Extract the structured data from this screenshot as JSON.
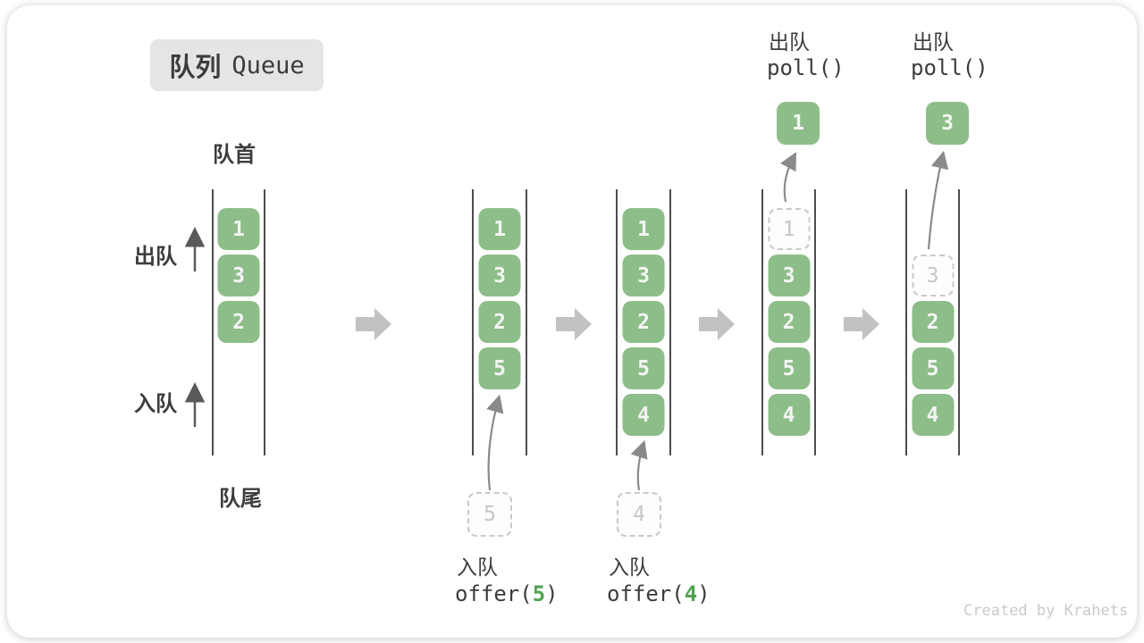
{
  "title": {
    "zh": "队列",
    "en": "Queue"
  },
  "side_labels": {
    "front": "队首",
    "rear": "队尾",
    "dequeue": "出队",
    "enqueue": "入队"
  },
  "colors": {
    "box_green": "#8DBE89",
    "arg_green": "#52A352",
    "block_arrow_gray": "#C2C2C2",
    "wall_dark": "#4D4D4D"
  },
  "states": [
    {
      "boxes": [
        "1",
        "3",
        "2"
      ]
    },
    {
      "boxes": [
        "1",
        "3",
        "2",
        "5"
      ],
      "pending": "5",
      "op": {
        "label": "入队",
        "prefix": "offer(",
        "arg": "5",
        "suffix": ")"
      }
    },
    {
      "boxes": [
        "1",
        "3",
        "2",
        "5",
        "4"
      ],
      "pending": "4",
      "op": {
        "label": "入队",
        "prefix": "offer(",
        "arg": "4",
        "suffix": ")"
      }
    },
    {
      "removed": "1",
      "boxes": [
        "3",
        "2",
        "5",
        "4"
      ],
      "out": "1",
      "op": {
        "label": "出队",
        "code": "poll()"
      }
    },
    {
      "removed": "3",
      "boxes": [
        "2",
        "5",
        "4"
      ],
      "out": "3",
      "op": {
        "label": "出队",
        "code": "poll()"
      }
    }
  ],
  "watermark": "Created by Krahets"
}
